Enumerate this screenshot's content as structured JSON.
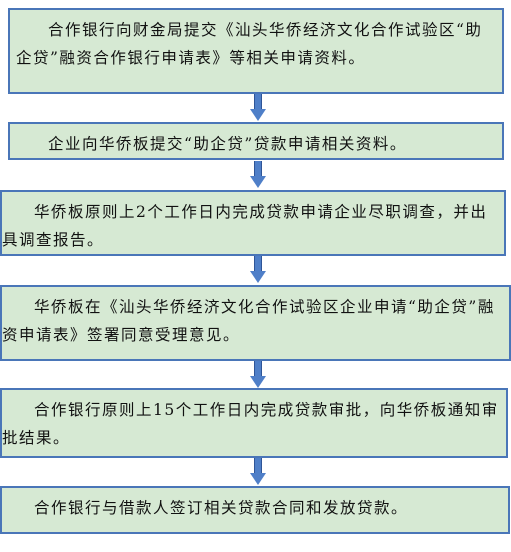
{
  "steps": [
    "合作银行向财金局提交《汕头华侨经济文化合作试验区“助企贷”融资合作银行申请表》等相关申请资料。",
    "企业向华侨板提交“助企贷”贷款申请相关资料。",
    "华侨板原则上2个工作日内完成贷款申请企业尽职调查，并出具调查报告。",
    "华侨板在《汕头华侨经济文化合作试验区企业申请“助企贷”融资申请表》签署同意受理意见。",
    "合作银行原则上15个工作日内完成贷款审批，向华侨板通知审批结果。",
    "合作银行与借款人签订相关贷款合同和发放贷款。"
  ],
  "colors": {
    "box_fill": "#d6e9d3",
    "box_border": "#4a76b8",
    "arrow": "#4f7fc8"
  }
}
